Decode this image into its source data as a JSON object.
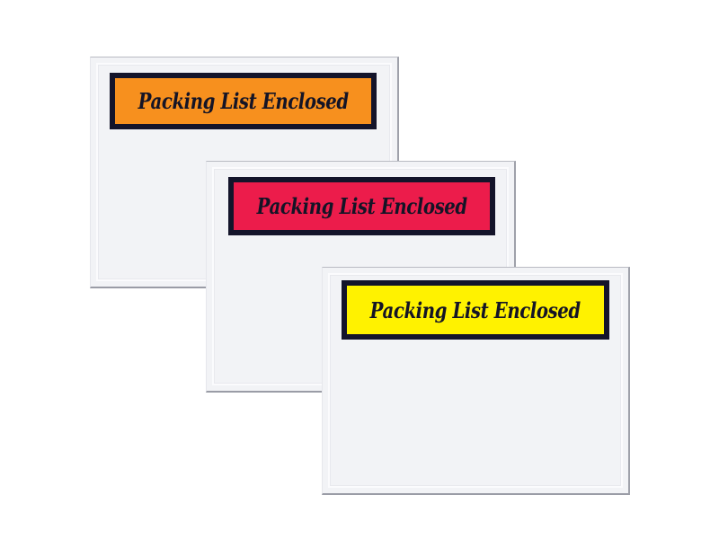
{
  "image": {
    "description": "Three packing list envelopes with colored labels",
    "envelopes": [
      {
        "id": "orange",
        "label_text": "Packing List Enclosed",
        "label_color": "#f7901e"
      },
      {
        "id": "red",
        "label_text": "Packing List Enclosed",
        "label_color": "#ec1c4b"
      },
      {
        "id": "yellow",
        "label_text": "Packing List Enclosed",
        "label_color": "#fff200"
      }
    ],
    "colors": {
      "envelope_fill": "#f2f3f6",
      "label_border": "#14142a",
      "text": "#141426"
    }
  }
}
